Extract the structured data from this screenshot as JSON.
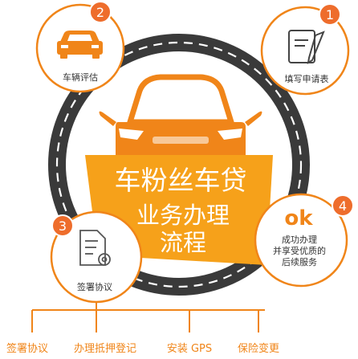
{
  "title": {
    "line1": "车粉丝车贷",
    "line2": "业务办理",
    "line3": "流程"
  },
  "steps": [
    {
      "number": "1",
      "label": "填写申请表",
      "icon": "form-pen-icon"
    },
    {
      "number": "2",
      "label": "车辆评估",
      "icon": "car-icon"
    },
    {
      "number": "3",
      "label": "签署协议",
      "icon": "document-gear-icon"
    },
    {
      "number": "4",
      "ok": "ok",
      "lines": [
        "成功办理",
        "并享受优质的",
        "后续服务"
      ]
    }
  ],
  "sub_items": [
    "签署协议",
    "办理抵押登记",
    "安装 GPS",
    "保险变更"
  ],
  "colors": {
    "accent": "#f08519",
    "accent_light": "#f6a11a",
    "ring": "#3a3a3a",
    "ring_dash": "#ffffff",
    "badge": "#ee6d2c",
    "text": "#333333"
  }
}
